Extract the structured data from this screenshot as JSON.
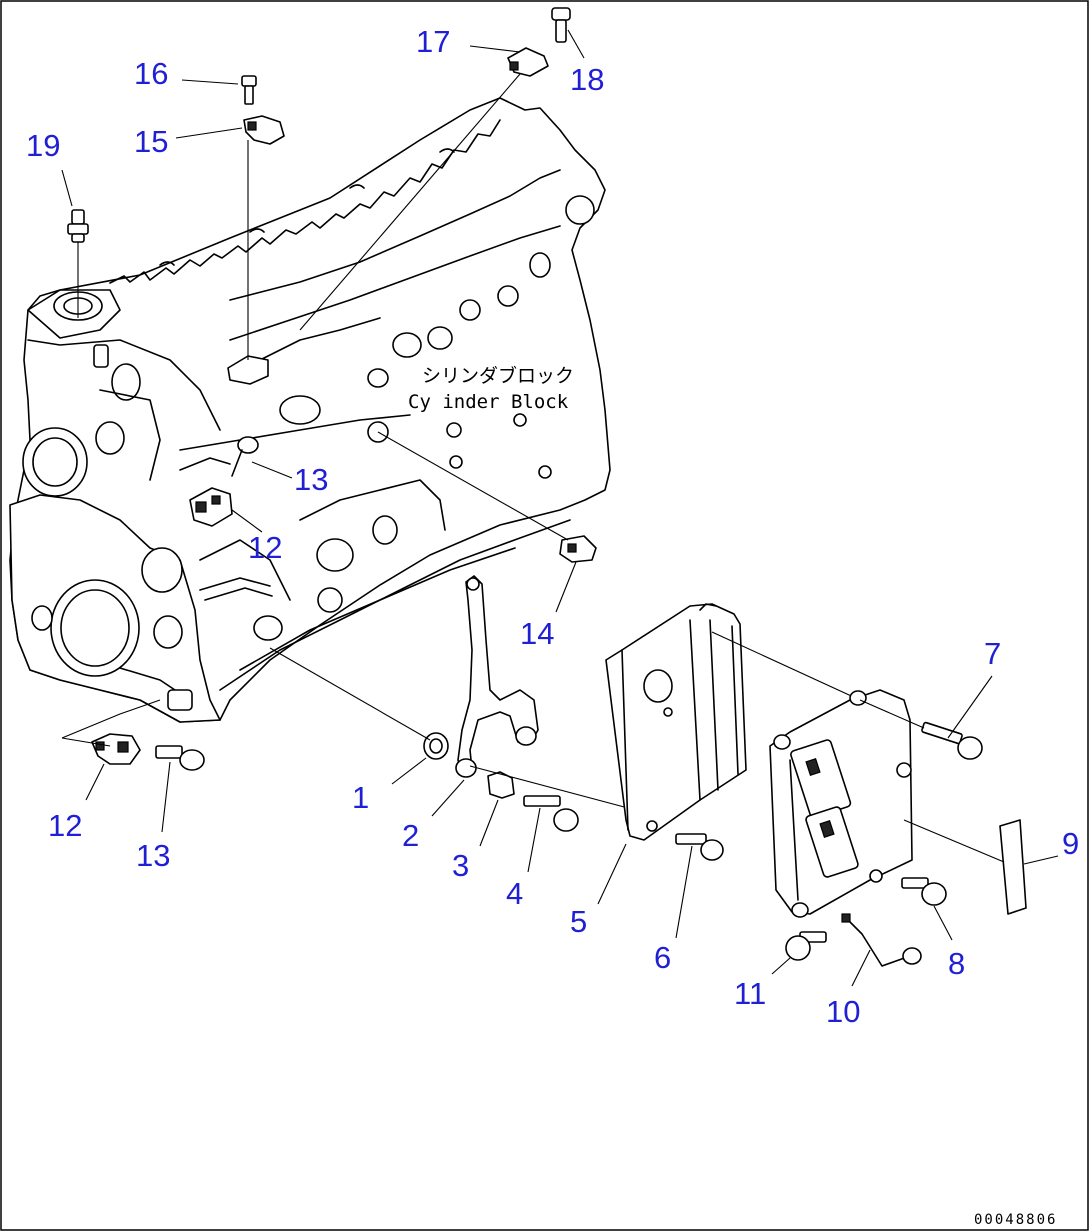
{
  "diagram": {
    "block_label_jp": "シリンダブロック",
    "block_label_en": "Cy inder Block",
    "drawing_number": "00048806",
    "callouts": {
      "c1": "1",
      "c2": "2",
      "c3": "3",
      "c4": "4",
      "c5": "5",
      "c6": "6",
      "c7": "7",
      "c8": "8",
      "c9": "9",
      "c10": "10",
      "c11": "11",
      "c12a": "12",
      "c12b": "12",
      "c13a": "13",
      "c13b": "13",
      "c14": "14",
      "c15": "15",
      "c16": "16",
      "c17": "17",
      "c18": "18",
      "c19": "19"
    },
    "colors": {
      "callout": "#1f1fd6",
      "line": "#000000",
      "background": "#ffffff"
    }
  }
}
